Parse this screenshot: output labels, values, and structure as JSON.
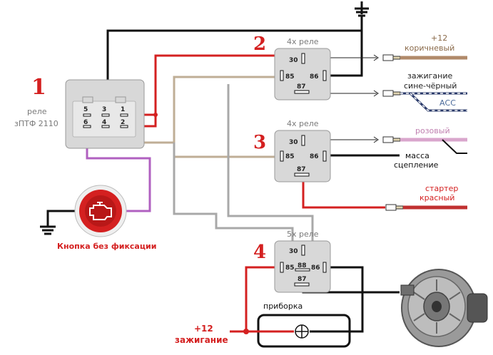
{
  "relays": [
    {
      "number": "1",
      "caption_line1": "реле",
      "caption_line2": "зПТФ 2110",
      "pins": [
        "5",
        "3",
        "1",
        "6",
        "4",
        "2"
      ]
    },
    {
      "number": "2",
      "type_label": "4х реле",
      "pins": [
        "30",
        "85",
        "86",
        "87"
      ]
    },
    {
      "number": "3",
      "type_label": "4х реле",
      "pins": [
        "30",
        "85",
        "86",
        "87"
      ]
    },
    {
      "number": "4",
      "type_label": "5х реле",
      "pins": [
        "30",
        "85",
        "88",
        "86",
        "87"
      ]
    }
  ],
  "labels": {
    "plus12_top": "+12",
    "brown": "коричневый",
    "ignition_line1": "зажигание",
    "ignition_line2": "сине-чёрный",
    "acc": "АСС",
    "pink": "розовый",
    "mass_line1": "масса",
    "mass_line2": "сцепление",
    "starter_line1": "стартер",
    "starter_line2": "красный",
    "button": "Кнопка без фиксации",
    "pribor": "приборка",
    "plus12_bottom": "+12",
    "ignition_bottom": "зажигание"
  },
  "colors": {
    "red_wire": "#d42020",
    "black_wire": "#111111",
    "grey_wire": "#a8a8a8",
    "tan_wire": "#bfae96",
    "purple_wire": "#b060c0",
    "navy_wire": "#2a3a6a",
    "brown_label": "#8a6a4a",
    "pink_label": "#c080b0",
    "acc_label": "#4a6a9a"
  }
}
